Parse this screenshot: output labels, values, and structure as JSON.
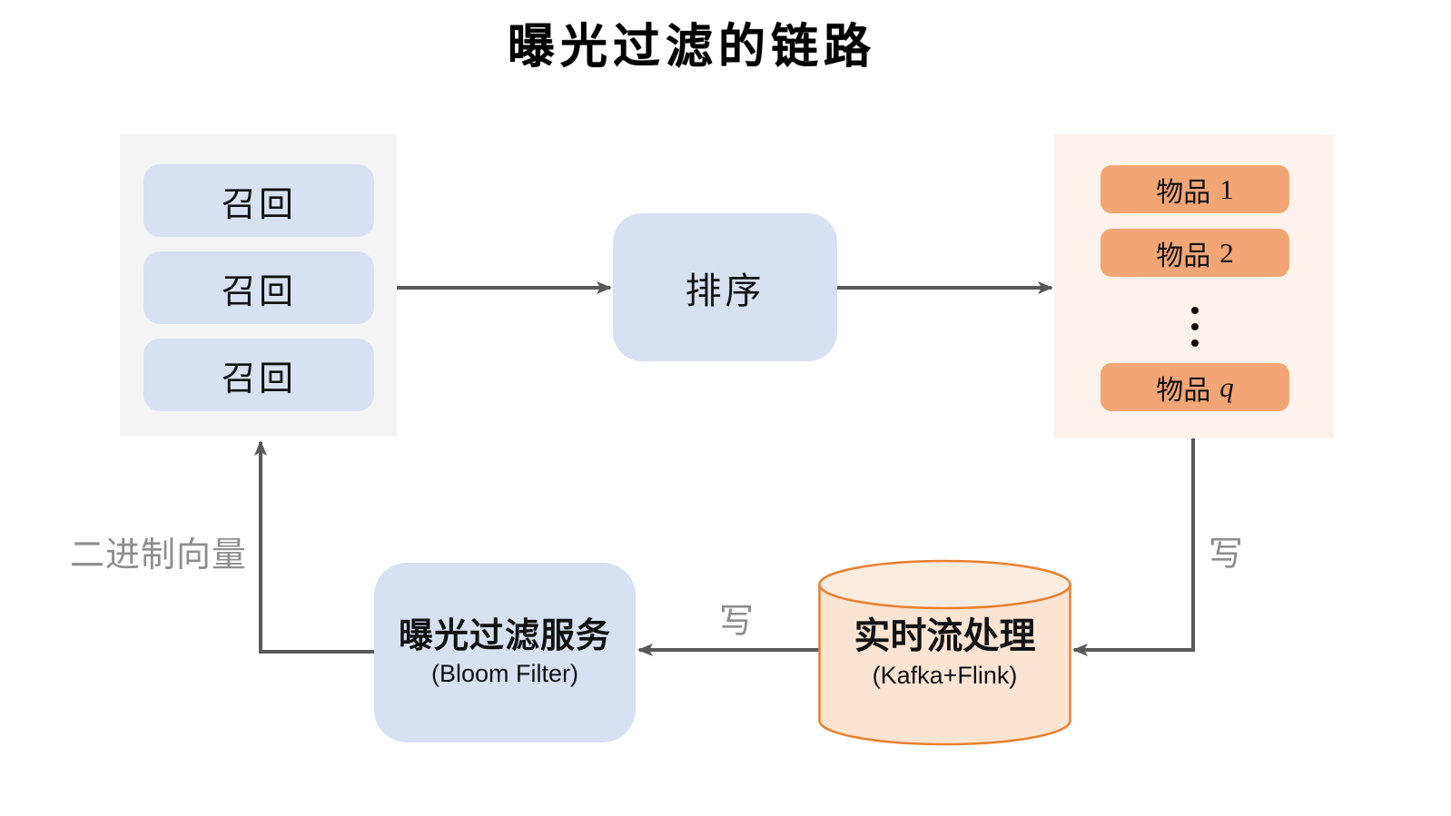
{
  "title": "曝光过滤的链路",
  "colors": {
    "panel_gray": "#f4f4f5",
    "panel_orange": "#fdf2ec",
    "box_blue": "#d8e1f2",
    "box_orange": "#f2a676",
    "cylinder_fill": "#fbe4d2",
    "cylinder_top_fill": "#fcecdf",
    "cylinder_stroke": "#e8802f",
    "arrow": "#595959",
    "edge_label": "#8e8e8e",
    "ink": "#111111"
  },
  "recall_panel": {
    "items": [
      "召回",
      "召回",
      "召回"
    ]
  },
  "sort_box": {
    "label": "排序"
  },
  "items_panel": {
    "items": [
      {
        "prefix": "物品",
        "index": "1"
      },
      {
        "prefix": "物品",
        "index": "2"
      }
    ],
    "last_item": {
      "prefix": "物品",
      "index": "q"
    },
    "ellipsis": "vertical-3-dots"
  },
  "stream_db": {
    "label": "实时流处理",
    "sublabel": "(Kafka+Flink)"
  },
  "filter_service": {
    "label": "曝光过滤服务",
    "sublabel": "(Bloom Filter)"
  },
  "edges": {
    "write_right": "写",
    "write_mid": "写",
    "binary_vector": "二进制向量"
  }
}
